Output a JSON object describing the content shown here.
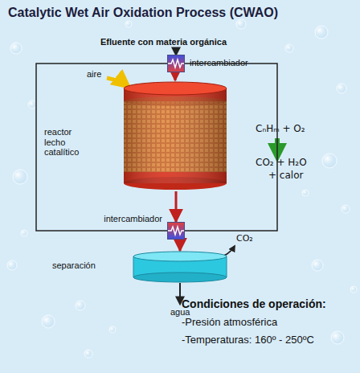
{
  "diagram": {
    "title": "Catalytic Wet Air Oxidation Process (CWAO)",
    "nodes": [
      {
        "text": [
          "intercambiador"
        ]
      },
      {
        "text": [
          "reactor lecho catalítico"
        ]
      },
      {
        "text": [
          "intercambiador"
        ]
      },
      {
        "text": [
          "separación"
        ]
      }
    ],
    "edges": [
      {
        "from": 0,
        "to": 1,
        "arrow": "to"
      },
      {
        "from": 1,
        "to": 2,
        "arrow": "to"
      },
      {
        "from": 2,
        "to": 3,
        "arrow": "to"
      },
      {
        "from": 0,
        "to": 2,
        "arrow": "none"
      },
      {
        "from": 0,
        "to": 2,
        "arrow": "none"
      }
    ],
    "labels": [
      "Efluente con materia orgánica",
      "aire",
      "CₙHₘ + O₂",
      "CO₂ + H₂O",
      "+ calor",
      "CO₂",
      "agua",
      "Condiciones de operación:",
      "-Presión atmosférica",
      "-Temperaturas: 160º - 250ºC"
    ]
  }
}
